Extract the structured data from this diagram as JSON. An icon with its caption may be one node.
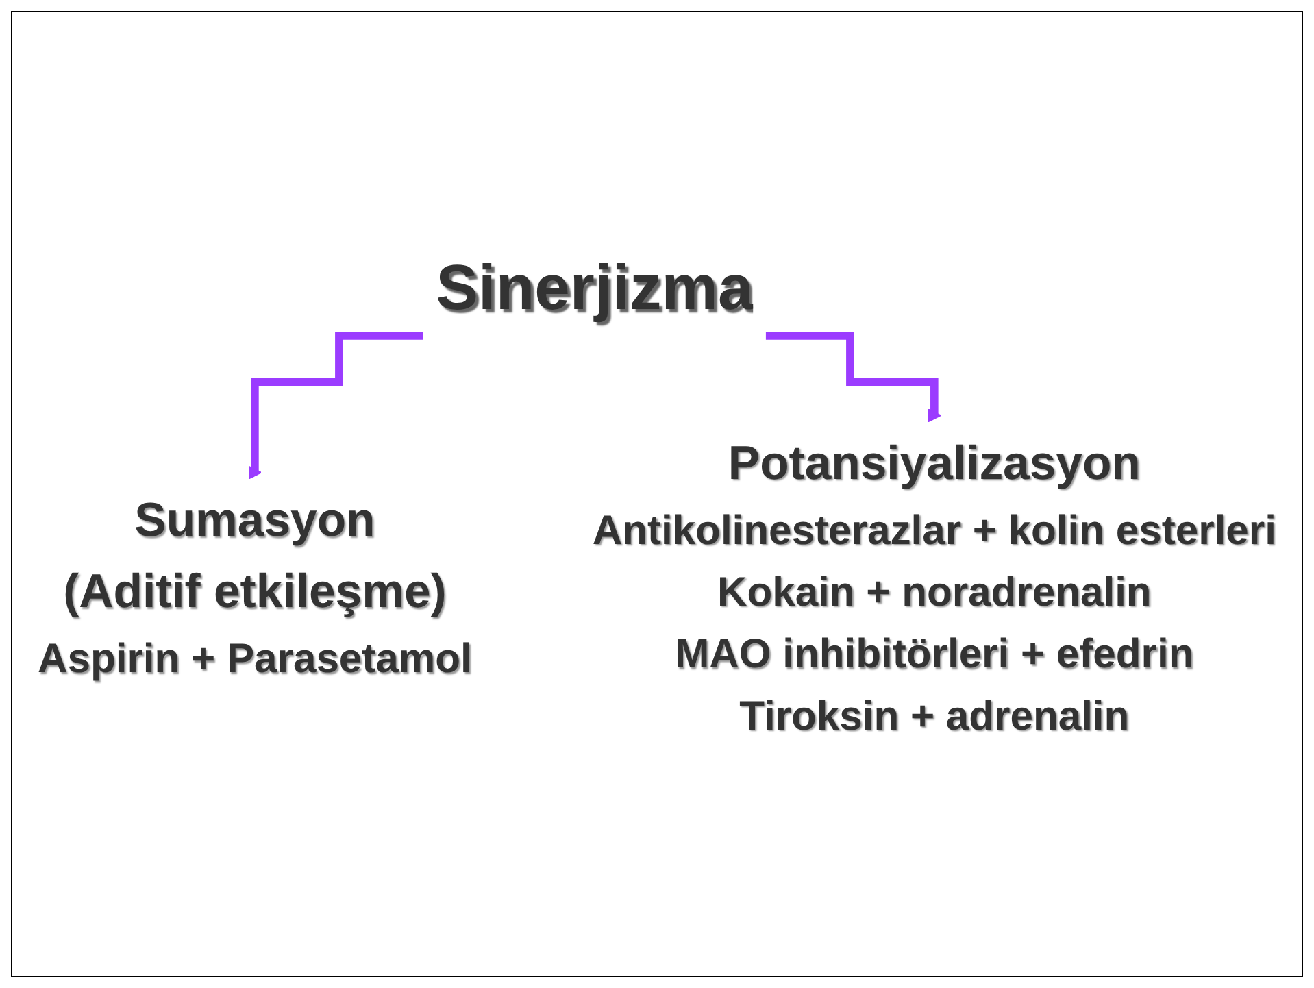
{
  "diagram": {
    "nodes": [
      {
        "text": [
          "Sinerjizma"
        ]
      },
      {
        "text": [
          "Sumasyon",
          "(Aditif etkileşme)"
        ],
        "beside": [
          "Aspirin + Parasetamol"
        ]
      },
      {
        "text": [
          "Potansiyalizasyon"
        ],
        "beside": [
          "Antikolinesterazlar + kolin esterleri",
          "Kokain + noradrenalin",
          "MAO inhibitörleri + efedrin",
          "Tiroksin + adrenalin"
        ]
      }
    ],
    "edges": [
      {
        "from": 0,
        "to": 1,
        "arrow": "to"
      },
      {
        "from": 0,
        "to": 2,
        "arrow": "to"
      }
    ]
  }
}
